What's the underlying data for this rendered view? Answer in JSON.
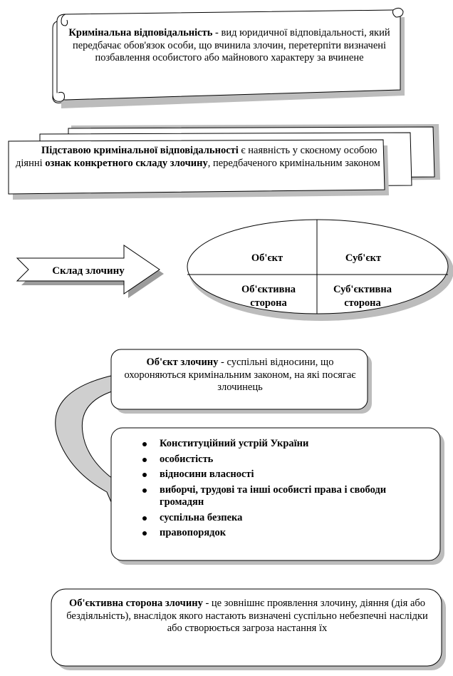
{
  "definition": {
    "term": "Кримінальна відповідальність",
    "text": " - вид юридичної відповідальності, який передбачає обов'язок особи, що вчинила злочин, перетерпіти визначені позбавлення особистого або майнового характеру за вчинене"
  },
  "basis": {
    "term": "Підставою кримінальної відповідальності",
    "text_1": " є наявність у скоєному особою діянні ",
    "term_2": "ознак конкретного складу злочину",
    "text_2": ", передбаченого кримінальним законом"
  },
  "composition": {
    "arrow_label": "Склад злочину",
    "object": "Об'єкт",
    "subject": "Суб'єкт",
    "objective_side_1": "Об'єктивна",
    "objective_side_2": "сторона",
    "subjective_side_1": "Суб'єктивна",
    "subjective_side_2": "сторона"
  },
  "crime_object": {
    "term": "Об'єкт злочину",
    "text": " - суспільні відносини, що охороняються кримінальним законом, на які посягає злочинець"
  },
  "objects_list": [
    "Конституційний устрій України",
    "особистість",
    "відносини власності",
    "виборчі, трудові та інші особисті права і свободи громадян",
    "суспільна безпека",
    "правопорядок"
  ],
  "objective_side": {
    "term": "Об'єктивна сторона злочину",
    "text": " - це зовнішнє проявлення злочину, діяння (дія або бездіяльність), внаслідок якого настають визначені суспільно небезпечні наслідки або створюється загроза настання їх"
  }
}
